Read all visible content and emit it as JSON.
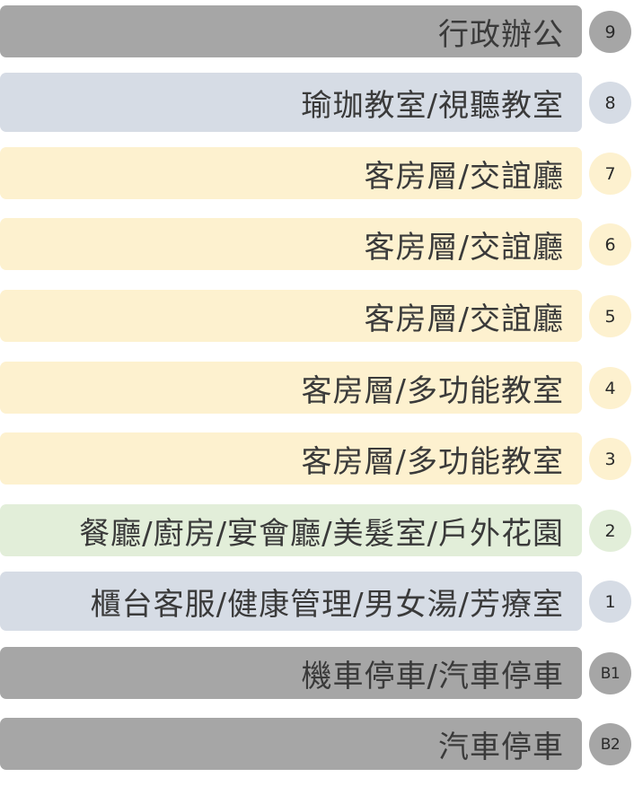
{
  "colors": {
    "admin": "#a6a6a6",
    "study": "#d5dce6",
    "guest": "#fdf1cf",
    "dining": "#e2eed9",
    "lobby": "#d8dee8",
    "parking": "#a6a6a6"
  },
  "floors": [
    {
      "number": "9",
      "label": "行政辦公",
      "color": "#a6a6a6"
    },
    {
      "number": "8",
      "label": "瑜珈教室/視聽教室",
      "color": "#d6dce5"
    },
    {
      "number": "7",
      "label": "客房層/交誼廳",
      "color": "#fdf1cf"
    },
    {
      "number": "6",
      "label": "客房層/交誼廳",
      "color": "#fdf1cf"
    },
    {
      "number": "5",
      "label": "客房層/交誼廳",
      "color": "#fdf1cf"
    },
    {
      "number": "4",
      "label": "客房層/多功能教室",
      "color": "#fdf1cf"
    },
    {
      "number": "3",
      "label": "客房層/多功能教室",
      "color": "#fdf1cf"
    },
    {
      "number": "2",
      "label": "餐廳/廚房/宴會廳/美髮室/戶外花園",
      "color": "#e2eed9"
    },
    {
      "number": "1",
      "label": "櫃台客服/健康管理/男女湯/芳療室",
      "color": "#d6dce5"
    },
    {
      "number": "B1",
      "label": "機車停車/汽車停車",
      "color": "#a6a6a6"
    },
    {
      "number": "B2",
      "label": "汽車停車",
      "color": "#a6a6a6"
    }
  ]
}
